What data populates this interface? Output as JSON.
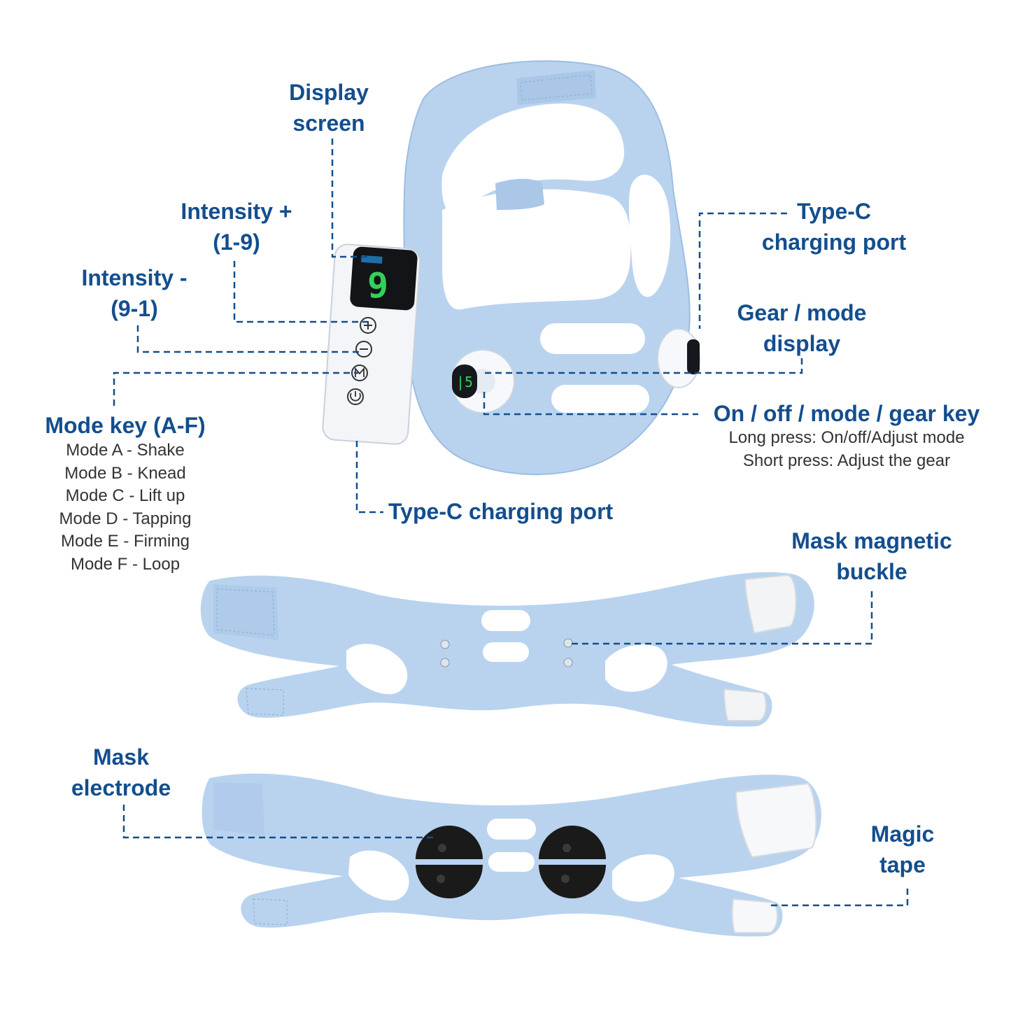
{
  "labels": {
    "display_screen": [
      "Display",
      "screen"
    ],
    "intensity_plus": [
      "Intensity +",
      "(1-9)"
    ],
    "intensity_minus": [
      "Intensity -",
      "(9-1)"
    ],
    "mode_key": {
      "title": "Mode key (A-F)",
      "modes": [
        "Mode A - Shake",
        "Mode B - Knead",
        "Mode C - Lift up",
        "Mode D - Tapping",
        "Mode E - Firming",
        "Mode F - Loop"
      ]
    },
    "remote_charging_port": "Type-C charging port",
    "mask_charging_port": [
      "Type-C",
      "charging port"
    ],
    "gear_mode_display": [
      "Gear / mode",
      "display"
    ],
    "power_key": {
      "title": "On / off / mode / gear key",
      "notes": [
        "Long press: On/off/Adjust mode",
        "Short press: Adjust the gear"
      ]
    },
    "magnetic_buckle": [
      "Mask magnetic",
      "buckle"
    ],
    "mask_electrode": [
      "Mask",
      "electrode"
    ],
    "magic_tape": [
      "Magic",
      "tape"
    ]
  },
  "remote_display_digit": "9",
  "colors": {
    "label_text": "#134e8e",
    "body_text": "#333333",
    "strap": "#b9d3ef",
    "display_digit": "#31d158"
  }
}
